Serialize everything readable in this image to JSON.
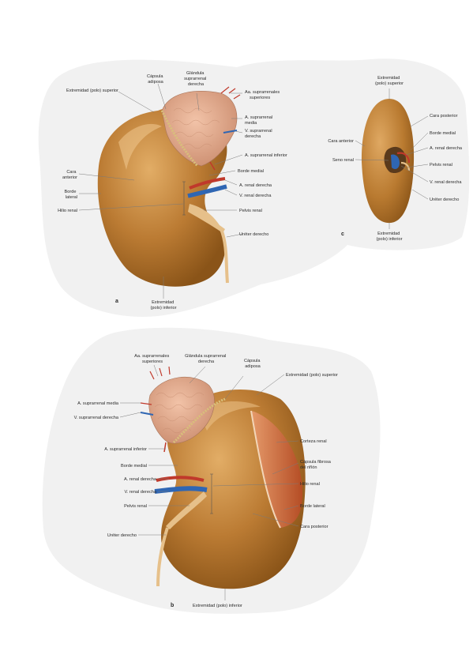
{
  "figure_a": {
    "panel_letter": "a",
    "labels": {
      "aa_suprarrenales_superiores": [
        "Aa. suprarrenales",
        "superiores"
      ],
      "glandula_suprarrenal_derecha": [
        "Glándula",
        "suprarrenal",
        "derecha"
      ],
      "capsula_adiposa": [
        "Cápsula",
        "adiposa"
      ],
      "extremidad_superior": "Extremidad (polo) superior",
      "a_suprarrenal_media": [
        "A. suprarrenal",
        "media"
      ],
      "v_suprarrenal_derecha": [
        "V. suprarrenal",
        "derecha"
      ],
      "a_suprarrenal_inferior": "A. suprarrenal inferior",
      "borde_medial": "Borde medial",
      "cara_anterior": [
        "Cara",
        "anterior"
      ],
      "a_renal_derecha": "A. renal derecha",
      "borde_lateral": [
        "Borde",
        "lateral"
      ],
      "v_renal_derecha": "V. renal derecha",
      "hilio_renal": "Hilio renal",
      "pelvis_renal": "Pelvis renal",
      "ureter_derecho": "Uréter derecho",
      "extremidad_inferior": [
        "Extremidad",
        "(polo) inferior"
      ]
    }
  },
  "figure_c": {
    "panel_letter": "c",
    "labels": {
      "extremidad_superior": [
        "Extremidad",
        "(polo) superior"
      ],
      "cara_posterior": "Cara posterior",
      "borde_medial": "Borde medial",
      "cara_anterior": "Cara anterior",
      "a_renal_derecha": "A. renal derecha",
      "seno_renal": "Seno renal",
      "pelvis_renal": "Pelvis renal",
      "v_renal_derecha": "V. renal derecha",
      "ureter_derecho": "Uréter derecho",
      "extremidad_inferior": [
        "Extremidad",
        "(polo) inferior"
      ]
    }
  },
  "figure_b": {
    "panel_letter": "b",
    "labels": {
      "aa_suprarrenales_superiores": [
        "Aa. suprarrenales",
        "superiores"
      ],
      "glandula_suprarrenal_derecha": [
        "Glándula suprarrenal",
        "derecha"
      ],
      "capsula_adiposa": [
        "Cápsula",
        "adiposa"
      ],
      "extremidad_superior": "Extremidad (polo) superior",
      "a_suprarrenal_media": "A. suprarrenal media",
      "v_suprarrenal_derecha": "V. suprarrenal derecha",
      "corteza_renal": "Corteza renal",
      "a_suprarrenal_inferior": "A. suprarrenal inferior",
      "capsula_fibrosa": [
        "Cápsula fibrosa",
        "del riñón"
      ],
      "borde_medial": "Borde medial",
      "a_renal_derecha": "A. renal derecha",
      "hilio_renal": "Hilio renal",
      "v_renal_derecha": "V. renal derecha",
      "borde_lateral": "Borde lateral",
      "pelvis_renal": "Pelvis renal",
      "cara_posterior": "Cara posterior",
      "ureter_derecho": "Uréter derecho",
      "extremidad_inferior": "Extremidad (polo) inferior"
    }
  },
  "colors": {
    "kidney": "#b8772f",
    "kidney_light": "#d9a35c",
    "kidney_dark": "#8a5418",
    "adrenal": "#e3a98a",
    "artery": "#c0392b",
    "vein": "#2f66b3",
    "cortex": "#c8572e",
    "backdrop": "#f3f3f3"
  }
}
